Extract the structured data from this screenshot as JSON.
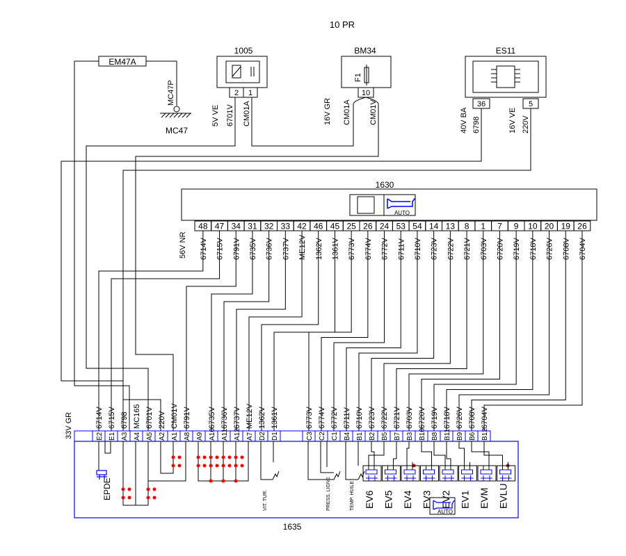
{
  "title": "10 PR",
  "colors": {
    "line": "#000000",
    "connector": "#0000ff",
    "contact": "#ff0000"
  },
  "em47a": {
    "label": "EM47A"
  },
  "mc47": {
    "label": "MC47",
    "pin_label": "MC47P"
  },
  "c1005": {
    "label": "1005",
    "pins": [
      "2",
      "1"
    ],
    "gauge": "5V VE",
    "wires": [
      "6701V",
      "CM01A"
    ]
  },
  "bm34": {
    "label": "BM34",
    "fuse": "F1",
    "pin": "10",
    "gauge": "16V GR",
    "wires": [
      "CM01A",
      "CM01V"
    ]
  },
  "es11": {
    "label": "ES11",
    "pins": [
      "36",
      "5"
    ],
    "gauges": [
      "40V BA",
      "16V VE"
    ],
    "wires": [
      "6798",
      "220V"
    ]
  },
  "ecu1630": {
    "label": "1630",
    "harness": "56V NR",
    "icon_text": "AUTO",
    "pins": [
      "48",
      "47",
      "34",
      "31",
      "32",
      "33",
      "42",
      "46",
      "45",
      "25",
      "26",
      "24",
      "53",
      "54",
      "14",
      "13",
      "8",
      "1",
      "7",
      "9",
      "10",
      "20",
      "19",
      "26"
    ],
    "wires": [
      "6714V",
      "6715V",
      "6791V",
      "6735V",
      "6736V",
      "6737V",
      "ME12V",
      "1362V",
      "1361V",
      "6773V",
      "6774V",
      "6772V",
      "6711V",
      "6710V",
      "6723V",
      "6722V",
      "6721V",
      "6703V",
      "6720V",
      "6719V",
      "6718V",
      "6726V",
      "6708V",
      "6704V"
    ]
  },
  "ecu1635": {
    "label": "1635",
    "harness": "33V GR",
    "icon_text": "AUTO",
    "pins_left": [
      "E2",
      "E1",
      "A3",
      "A4",
      "A5",
      "A2",
      "A1",
      "A8",
      "A9",
      "A10",
      "A11",
      "A12",
      "A7",
      "D2",
      "D1"
    ],
    "wires_left": [
      "6714V",
      "6715V",
      "6798",
      "MC165",
      "6701V",
      "220V",
      "CM01V",
      "6791V",
      "",
      "6735V",
      "6736V",
      "6737V",
      "ME12V",
      "1362V",
      "1361V"
    ],
    "pins_right": [
      "C3",
      "C2",
      "C1",
      "B4",
      "B1",
      "B2",
      "B5",
      "B7",
      "B3",
      "B10",
      "B8",
      "B11",
      "B9",
      "B6",
      "B12"
    ],
    "wires_right": [
      "6773V",
      "6774V",
      "6772V",
      "6711V",
      "6710V",
      "6723V",
      "6722V",
      "6721V",
      "6703V",
      "6720V",
      "6719V",
      "6718V",
      "6726V",
      "6708V",
      "6704V"
    ],
    "devices": {
      "epde": "EPDE",
      "vit_tur": "VIT. TUR.",
      "press_ligne": "PRESS. LIGNE",
      "temp_huile": "TEMP. HUILE"
    },
    "solenoids": [
      "EV6",
      "EV5",
      "EV4",
      "EV3",
      "EV2",
      "EV1",
      "EVM",
      "EVLU"
    ]
  }
}
